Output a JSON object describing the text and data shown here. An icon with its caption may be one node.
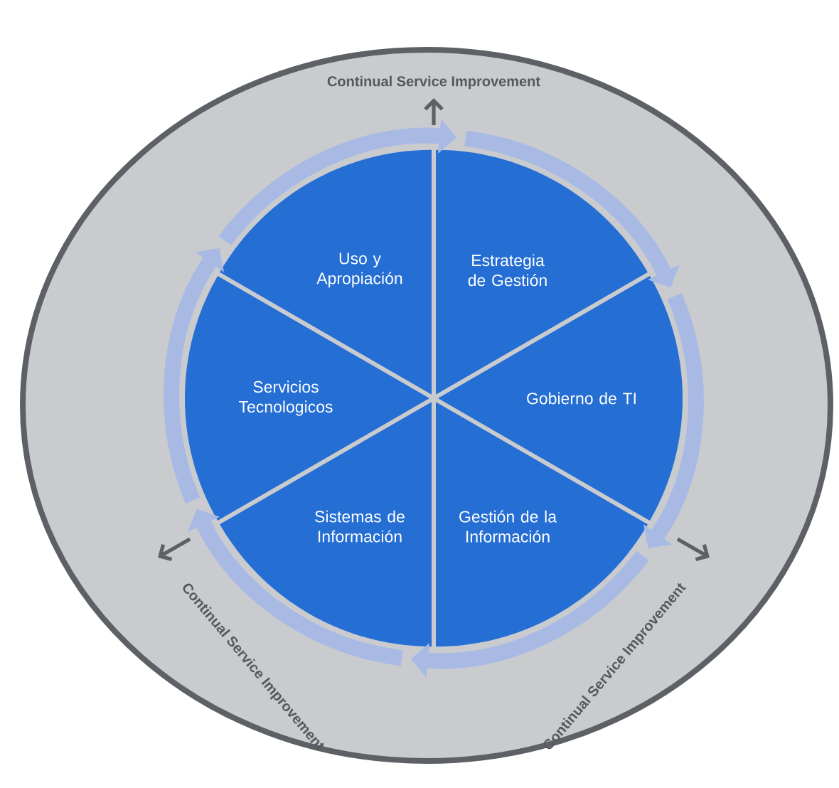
{
  "diagram": {
    "nodes": [
      {
        "text": [
          "Uso y Apropiación"
        ]
      },
      {
        "text": [
          "Estrategia de Gestión"
        ]
      },
      {
        "text": [
          "Servicios Tecnologicos"
        ]
      },
      {
        "text": [
          "Gobierno de TI"
        ]
      },
      {
        "text": [
          "Sistemas de Información"
        ]
      },
      {
        "text": [
          "Gestión de la Información"
        ]
      }
    ],
    "edges": [
      {
        "from": 0,
        "to": 1,
        "arrow": "to"
      },
      {
        "from": 1,
        "to": 3,
        "arrow": "to"
      },
      {
        "from": 3,
        "to": 5,
        "arrow": "to"
      },
      {
        "from": 5,
        "to": 4,
        "arrow": "to"
      },
      {
        "from": 4,
        "to": 2,
        "arrow": "to"
      },
      {
        "from": 2,
        "to": 0,
        "arrow": "to"
      }
    ],
    "labels": [
      "Continual Service Improvement",
      "Continual Service Improvement",
      "Continual Service Improvement"
    ]
  }
}
